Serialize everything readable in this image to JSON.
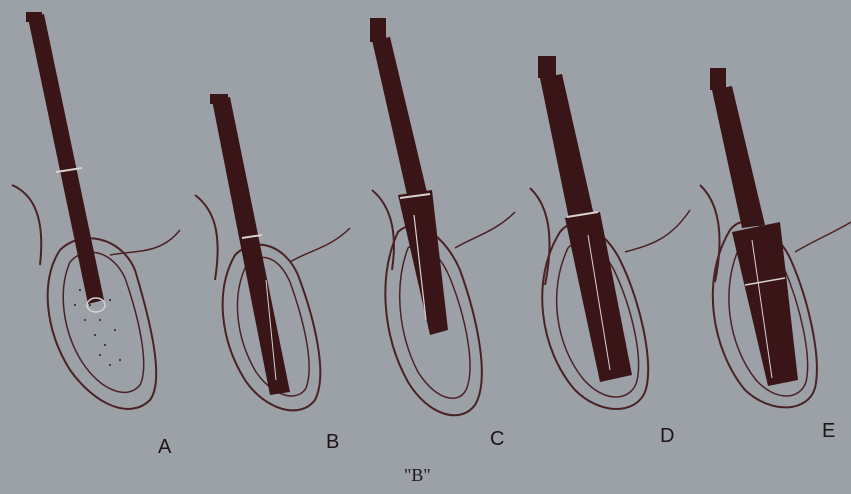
{
  "figure": {
    "panels": [
      {
        "id": "A",
        "label": "A"
      },
      {
        "id": "B",
        "label": "B"
      },
      {
        "id": "C",
        "label": "C"
      },
      {
        "id": "D",
        "label": "D"
      },
      {
        "id": "E",
        "label": "E"
      }
    ],
    "caption": "\"B\"",
    "colors": {
      "background": "#9ca1a7",
      "instrument": "#3a1518",
      "outline": "#4a2226",
      "highlight": "#d8d2d0"
    }
  }
}
